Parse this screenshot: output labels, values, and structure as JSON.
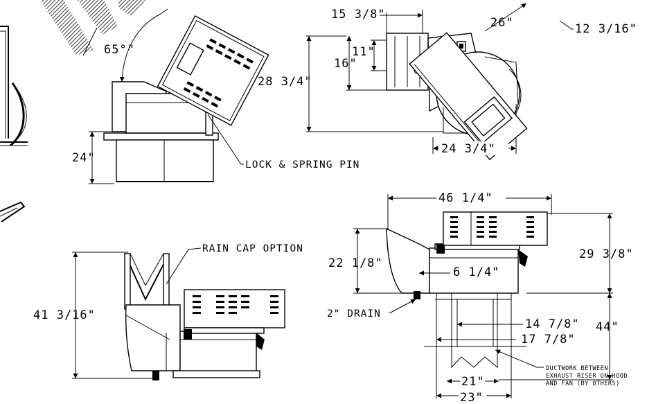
{
  "views": {
    "hinged": {
      "angle": "65°\"",
      "base_height": "24\"",
      "lock_pin": "LOCK & SPRING PIN"
    },
    "top": {
      "width_top": "15 3/8\"",
      "height_total": "28 3/4\"",
      "height_16": "16\"",
      "height_11": "11\"",
      "diag_26": "26\"",
      "width_12": "12 3/16\"",
      "width_bottom": "24 3/4\""
    },
    "rain_cap": {
      "label": "RAIN CAP OPTION",
      "height": "41 3/16\""
    },
    "side": {
      "width_total": "46 1/4\"",
      "height_left": "22 1/8\"",
      "height_right": "29 3/8\"",
      "depth_6": "6 1/4\"",
      "drain": "2\" DRAIN",
      "duct_inner": "14 7/8\"",
      "duct_outer": "17 7/8\"",
      "riser_height": "44\"",
      "bottom_21": "21\"",
      "bottom_23": "23\"",
      "note": [
        "DUCTWORK BETWEEN",
        "EXHAUST RISER ON HOOD",
        "AND FAN (BY OTHERS)"
      ]
    }
  }
}
